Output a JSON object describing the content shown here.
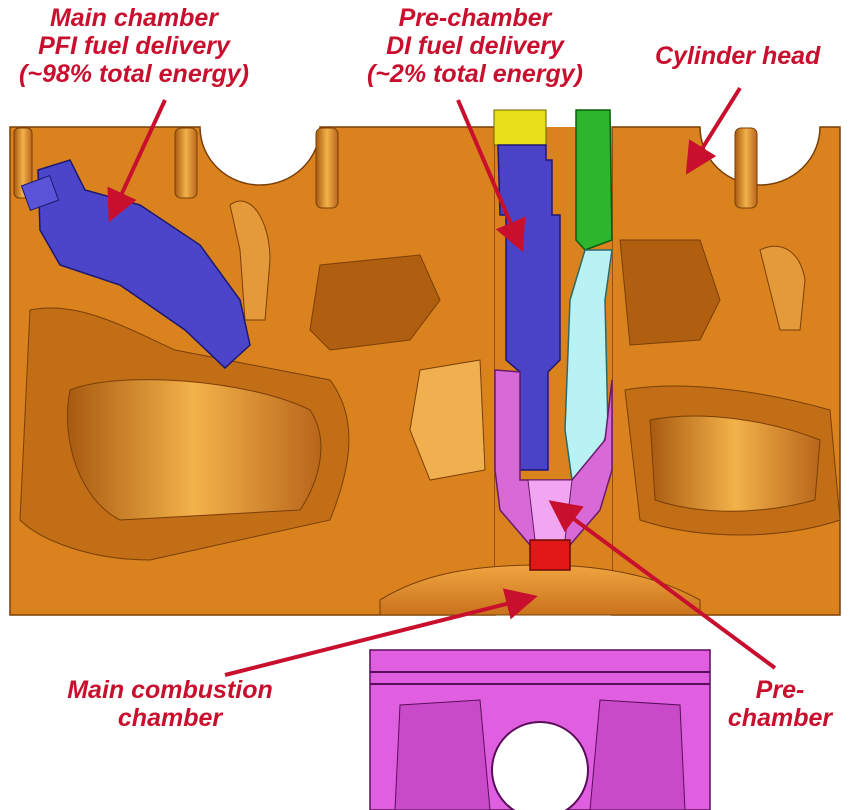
{
  "labels": {
    "main_pfi": [
      "Main chamber",
      "PFI fuel delivery",
      "(~98% total energy)"
    ],
    "pre_di": [
      "Pre-chamber",
      "DI fuel delivery",
      "(~2% total energy)"
    ],
    "cylinder_head": [
      "Cylinder head"
    ],
    "main_combustion": [
      "Main combustion",
      "chamber"
    ],
    "prechamber": [
      "Pre-",
      "chamber"
    ]
  },
  "colors": {
    "label_red": "#c8102e",
    "head_orange": "#d9821e",
    "head_shadow": "#a95d12",
    "pfi_injector_blue": "#4b45c9",
    "di_injector_blue": "#4a43c8",
    "injector_yellow": "#e8df1a",
    "spark_plug_green": "#2db52d",
    "spark_plug_cyan": "#b9f2f2",
    "prechamber_magenta": "#d86ad8",
    "nozzle_red": "#e01818",
    "piston_magenta": "#e05ee0"
  }
}
